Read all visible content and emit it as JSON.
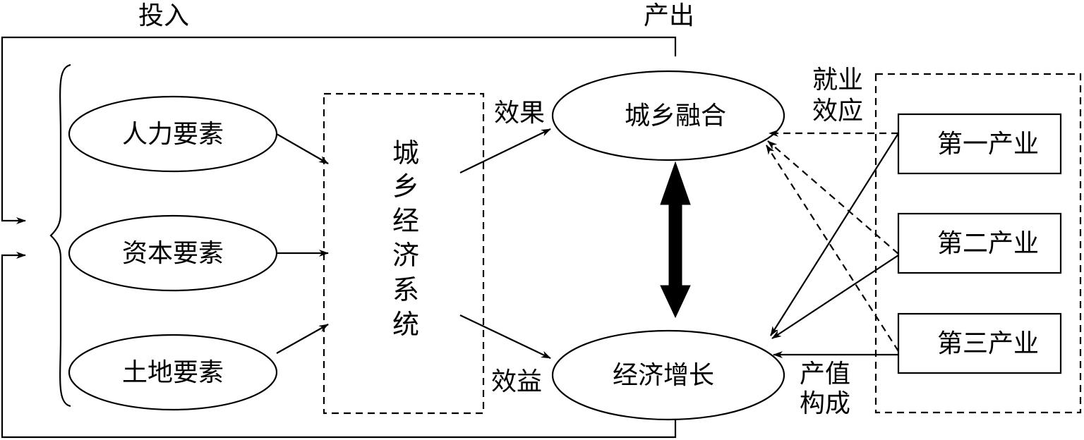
{
  "labels": {
    "input": "投入",
    "output": "产出",
    "effect": "效果",
    "benefit": "效益",
    "employment_effect_line1": "就业",
    "employment_effect_line2": "效应",
    "output_value_line1": "产值",
    "output_value_line2": "构成"
  },
  "factors": [
    {
      "label": "人力要素"
    },
    {
      "label": "资本要素"
    },
    {
      "label": "土地要素"
    }
  ],
  "system": {
    "chars": [
      "城",
      "乡",
      "经",
      "济",
      "系",
      "统"
    ]
  },
  "outcomes": {
    "integration": "城乡融合",
    "growth": "经济增长"
  },
  "industries": [
    {
      "label": "第一产业"
    },
    {
      "label": "第二产业"
    },
    {
      "label": "第三产业"
    }
  ]
}
